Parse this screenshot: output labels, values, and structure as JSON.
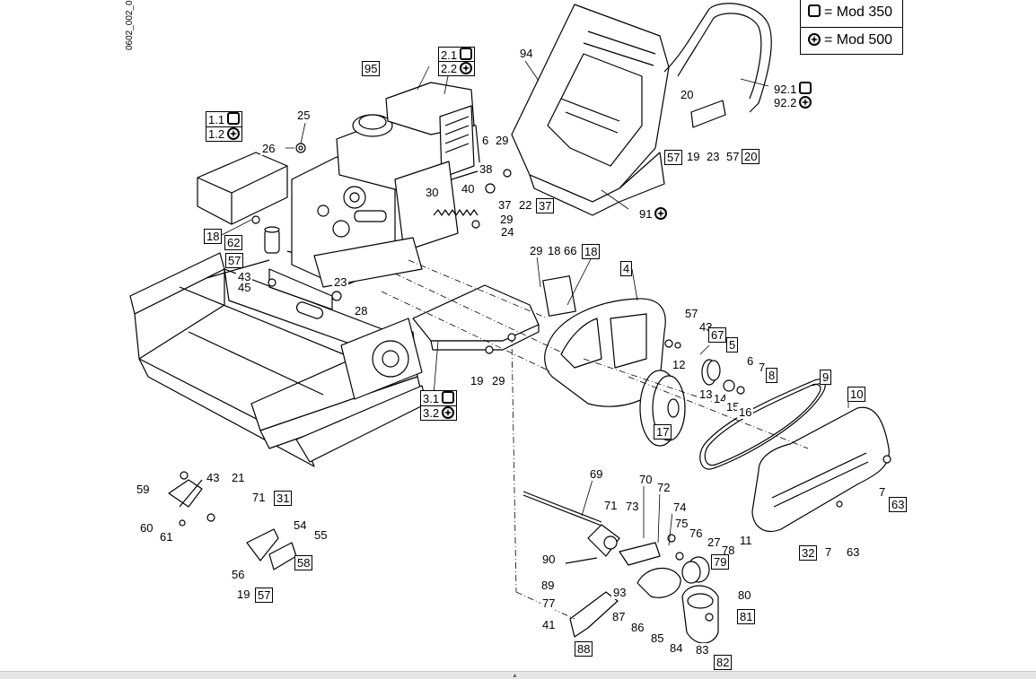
{
  "drawing_code": "0602_002_0",
  "legend": [
    {
      "marker": "square",
      "text": "= Mod 350"
    },
    {
      "marker": "star",
      "text": "= Mod 500"
    }
  ],
  "callouts": [
    {
      "t": "1.1",
      "m": "square",
      "b": true
    },
    {
      "t": "1.2",
      "m": "star",
      "b": true
    },
    {
      "t": "2.1",
      "m": "square",
      "b": true
    },
    {
      "t": "2.2",
      "m": "star",
      "b": true
    },
    {
      "t": "3.1",
      "m": "square",
      "b": true
    },
    {
      "t": "3.2",
      "m": "star",
      "b": true
    },
    {
      "t": "4",
      "b": true
    },
    {
      "t": "5",
      "b": true
    },
    {
      "t": "6",
      "b": false
    },
    {
      "t": "6",
      "b": false
    },
    {
      "t": "7",
      "b": false
    },
    {
      "t": "7",
      "b": false
    },
    {
      "t": "7",
      "b": false
    },
    {
      "t": "8",
      "b": true
    },
    {
      "t": "9",
      "b": true
    },
    {
      "t": "10",
      "b": true
    },
    {
      "t": "11",
      "b": false
    },
    {
      "t": "12",
      "b": false
    },
    {
      "t": "13",
      "b": false
    },
    {
      "t": "14",
      "b": false
    },
    {
      "t": "15",
      "b": false
    },
    {
      "t": "16",
      "b": false
    },
    {
      "t": "17",
      "b": true
    },
    {
      "t": "18",
      "b": true
    },
    {
      "t": "18",
      "b": false
    },
    {
      "t": "18",
      "b": true
    },
    {
      "t": "19",
      "b": false
    },
    {
      "t": "19",
      "b": false
    },
    {
      "t": "19",
      "b": false
    },
    {
      "t": "20",
      "b": false
    },
    {
      "t": "20",
      "b": true
    },
    {
      "t": "21",
      "b": false
    },
    {
      "t": "22",
      "b": false
    },
    {
      "t": "23",
      "b": false
    },
    {
      "t": "23",
      "b": false
    },
    {
      "t": "24",
      "b": false
    },
    {
      "t": "25",
      "b": false
    },
    {
      "t": "26",
      "b": false
    },
    {
      "t": "27",
      "b": false
    },
    {
      "t": "28",
      "b": false
    },
    {
      "t": "29",
      "b": false
    },
    {
      "t": "29",
      "b": false
    },
    {
      "t": "29",
      "b": false
    },
    {
      "t": "29",
      "b": false
    },
    {
      "t": "30",
      "b": false
    },
    {
      "t": "31",
      "b": true
    },
    {
      "t": "32",
      "b": true
    },
    {
      "t": "37",
      "b": false
    },
    {
      "t": "37",
      "b": true
    },
    {
      "t": "38",
      "b": false
    },
    {
      "t": "40",
      "b": false
    },
    {
      "t": "41",
      "b": false
    },
    {
      "t": "43",
      "b": false
    },
    {
      "t": "43",
      "b": false
    },
    {
      "t": "43",
      "b": false
    },
    {
      "t": "45",
      "b": false
    },
    {
      "t": "54",
      "b": false
    },
    {
      "t": "55",
      "b": false
    },
    {
      "t": "56",
      "b": false
    },
    {
      "t": "57",
      "b": true
    },
    {
      "t": "57",
      "b": true
    },
    {
      "t": "57",
      "b": false
    },
    {
      "t": "57",
      "b": false
    },
    {
      "t": "57",
      "b": true
    },
    {
      "t": "58",
      "b": true
    },
    {
      "t": "59",
      "b": false
    },
    {
      "t": "60",
      "b": false
    },
    {
      "t": "61",
      "b": false
    },
    {
      "t": "62",
      "b": true
    },
    {
      "t": "63",
      "b": true
    },
    {
      "t": "63",
      "b": false
    },
    {
      "t": "66",
      "b": false
    },
    {
      "t": "67",
      "b": true
    },
    {
      "t": "69",
      "b": false
    },
    {
      "t": "70",
      "b": false
    },
    {
      "t": "71",
      "b": false
    },
    {
      "t": "71",
      "b": false
    },
    {
      "t": "72",
      "b": false
    },
    {
      "t": "73",
      "b": false
    },
    {
      "t": "74",
      "b": false
    },
    {
      "t": "75",
      "b": false
    },
    {
      "t": "76",
      "b": false
    },
    {
      "t": "77",
      "b": false
    },
    {
      "t": "78",
      "b": false
    },
    {
      "t": "79",
      "b": true
    },
    {
      "t": "80",
      "b": false
    },
    {
      "t": "81",
      "b": true
    },
    {
      "t": "82",
      "b": true
    },
    {
      "t": "83",
      "b": false
    },
    {
      "t": "84",
      "b": false
    },
    {
      "t": "85",
      "b": false
    },
    {
      "t": "86",
      "b": false
    },
    {
      "t": "87",
      "b": false
    },
    {
      "t": "88",
      "b": true
    },
    {
      "t": "89",
      "b": false
    },
    {
      "t": "90",
      "b": false
    },
    {
      "t": "91",
      "m": "star",
      "b": false
    },
    {
      "t": "92.1",
      "m": "square",
      "b": false
    },
    {
      "t": "92.2",
      "m": "star",
      "b": false
    },
    {
      "t": "93",
      "b": false
    },
    {
      "t": "94",
      "b": false
    },
    {
      "t": "95",
      "b": true
    }
  ]
}
